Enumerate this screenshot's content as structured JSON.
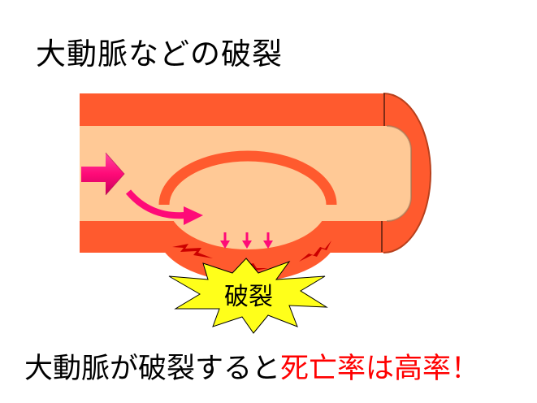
{
  "title": "大動脈などの破裂",
  "burst_label": "破裂",
  "caption": {
    "part1": "大動脈が破裂すると",
    "part2": "死亡率は高率！"
  },
  "colors": {
    "vessel_wall": "#ff5a2e",
    "lumen": "#ffc996",
    "flow_arrow": "#ff0a78",
    "burst_fill": "#ffff1a",
    "tear_marks": "#cc0000",
    "caption_emphasis": "#ff0000"
  },
  "icons": {
    "flow_arrow": "block-arrow-right",
    "curved_arrow": "curved-arrow",
    "pressure_arrows": "down-arrows",
    "rupture": "starburst"
  }
}
